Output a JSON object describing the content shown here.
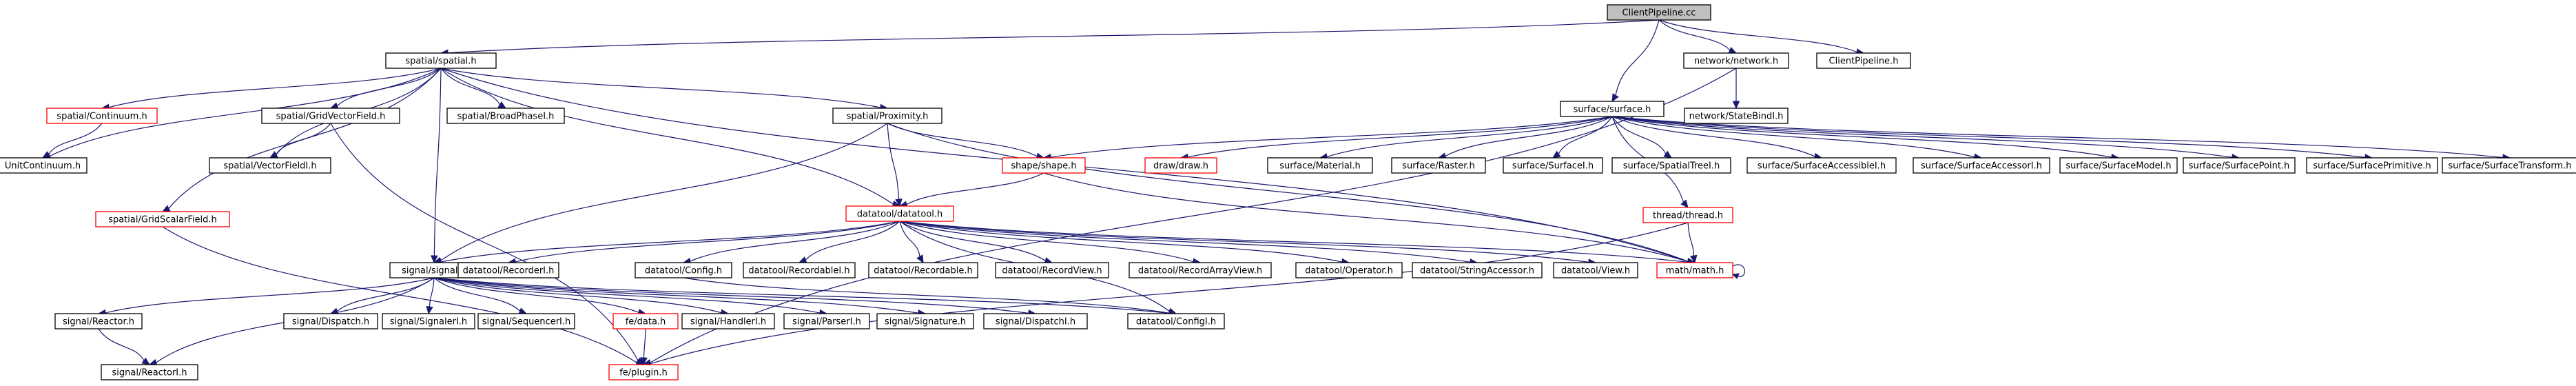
{
  "nodes": [
    {
      "id": "root",
      "label": "ClientPipeline.cc",
      "style": "root"
    },
    {
      "id": "spatial",
      "label": "spatial/spatial.h",
      "style": "normal"
    },
    {
      "id": "network",
      "label": "network/network.h",
      "style": "normal"
    },
    {
      "id": "clientpipeline_h",
      "label": "ClientPipeline.h",
      "style": "normal"
    },
    {
      "id": "surface",
      "label": "surface/surface.h",
      "style": "normal"
    },
    {
      "id": "continuum",
      "label": "spatial/Continuum.h",
      "style": "missing"
    },
    {
      "id": "gridvectorfield",
      "label": "spatial/GridVectorField.h",
      "style": "normal"
    },
    {
      "id": "broadphasei",
      "label": "spatial/BroadPhaseI.h",
      "style": "normal"
    },
    {
      "id": "proximity",
      "label": "spatial/Proximity.h",
      "style": "normal"
    },
    {
      "id": "statebindi",
      "label": "network/StateBindI.h",
      "style": "normal"
    },
    {
      "id": "unitcontinuum",
      "label": "UnitContinuum.h",
      "style": "normal"
    },
    {
      "id": "vectorfieldi",
      "label": "spatial/VectorFieldI.h",
      "style": "normal"
    },
    {
      "id": "shape",
      "label": "shape/shape.h",
      "style": "missing"
    },
    {
      "id": "draw",
      "label": "draw/draw.h",
      "style": "missing"
    },
    {
      "id": "material",
      "label": "surface/Material.h",
      "style": "normal"
    },
    {
      "id": "raster",
      "label": "surface/Raster.h",
      "style": "normal"
    },
    {
      "id": "surfacei",
      "label": "surface/SurfaceI.h",
      "style": "normal"
    },
    {
      "id": "spatialtreei",
      "label": "surface/SpatialTreeI.h",
      "style": "normal"
    },
    {
      "id": "accessiblei",
      "label": "surface/SurfaceAccessibleI.h",
      "style": "normal"
    },
    {
      "id": "accessori",
      "label": "surface/SurfaceAccessorI.h",
      "style": "normal"
    },
    {
      "id": "surfacemodel",
      "label": "surface/SurfaceModel.h",
      "style": "normal"
    },
    {
      "id": "surfacepoint",
      "label": "surface/SurfacePoint.h",
      "style": "normal"
    },
    {
      "id": "surfaceprimitive",
      "label": "surface/SurfacePrimitive.h",
      "style": "normal"
    },
    {
      "id": "surfacetransform",
      "label": "surface/SurfaceTransform.h",
      "style": "normal"
    },
    {
      "id": "gridscalarfield",
      "label": "spatial/GridScalarField.h",
      "style": "missing"
    },
    {
      "id": "datatool",
      "label": "datatool/datatool.h",
      "style": "missing"
    },
    {
      "id": "thread",
      "label": "thread/thread.h",
      "style": "missing"
    },
    {
      "id": "signal",
      "label": "signal/signal.h",
      "style": "normal"
    },
    {
      "id": "recorderi",
      "label": "datatool/RecorderI.h",
      "style": "normal"
    },
    {
      "id": "config",
      "label": "datatool/Config.h",
      "style": "normal"
    },
    {
      "id": "recordablei",
      "label": "datatool/RecordableI.h",
      "style": "normal"
    },
    {
      "id": "recordable",
      "label": "datatool/Recordable.h",
      "style": "normal"
    },
    {
      "id": "recordview",
      "label": "datatool/RecordView.h",
      "style": "normal"
    },
    {
      "id": "recordarrayview",
      "label": "datatool/RecordArrayView.h",
      "style": "normal"
    },
    {
      "id": "operator",
      "label": "datatool/Operator.h",
      "style": "normal"
    },
    {
      "id": "stringaccessor",
      "label": "datatool/StringAccessor.h",
      "style": "normal"
    },
    {
      "id": "view",
      "label": "datatool/View.h",
      "style": "normal"
    },
    {
      "id": "math",
      "label": "math/math.h",
      "style": "missing"
    },
    {
      "id": "reactor",
      "label": "signal/Reactor.h",
      "style": "normal"
    },
    {
      "id": "dispatch",
      "label": "signal/Dispatch.h",
      "style": "normal"
    },
    {
      "id": "signaleri",
      "label": "signal/SignalerI.h",
      "style": "normal"
    },
    {
      "id": "sequenceri",
      "label": "signal/SequencerI.h",
      "style": "normal"
    },
    {
      "id": "fedata",
      "label": "fe/data.h",
      "style": "missing"
    },
    {
      "id": "handleri",
      "label": "signal/HandlerI.h",
      "style": "normal"
    },
    {
      "id": "parseri",
      "label": "signal/ParserI.h",
      "style": "normal"
    },
    {
      "id": "signature",
      "label": "signal/Signature.h",
      "style": "normal"
    },
    {
      "id": "dispatchi",
      "label": "signal/DispatchI.h",
      "style": "normal"
    },
    {
      "id": "configi",
      "label": "datatool/ConfigI.h",
      "style": "normal"
    },
    {
      "id": "reactori",
      "label": "signal/ReactorI.h",
      "style": "normal"
    },
    {
      "id": "plugin",
      "label": "fe/plugin.h",
      "style": "missing"
    }
  ],
  "edges": [
    [
      "root",
      "spatial"
    ],
    [
      "root",
      "network"
    ],
    [
      "root",
      "clientpipeline_h"
    ],
    [
      "root",
      "surface"
    ],
    [
      "spatial",
      "unitcontinuum"
    ],
    [
      "spatial",
      "continuum"
    ],
    [
      "spatial",
      "gridscalarfield"
    ],
    [
      "spatial",
      "gridvectorfield"
    ],
    [
      "spatial",
      "vectorfieldi"
    ],
    [
      "spatial",
      "signal"
    ],
    [
      "spatial",
      "broadphasei"
    ],
    [
      "spatial",
      "proximity"
    ],
    [
      "spatial",
      "datatool"
    ],
    [
      "spatial",
      "math"
    ],
    [
      "continuum",
      "unitcontinuum"
    ],
    [
      "gridvectorfield",
      "vectorfieldi"
    ],
    [
      "gridvectorfield",
      "plugin"
    ],
    [
      "gridscalarfield",
      "plugin"
    ],
    [
      "proximity",
      "shape"
    ],
    [
      "proximity",
      "datatool"
    ],
    [
      "proximity",
      "signal"
    ],
    [
      "proximity",
      "math"
    ],
    [
      "network",
      "statebindi"
    ],
    [
      "network",
      "plugin"
    ],
    [
      "surface",
      "shape"
    ],
    [
      "surface",
      "draw"
    ],
    [
      "surface",
      "material"
    ],
    [
      "surface",
      "raster"
    ],
    [
      "surface",
      "surfacei"
    ],
    [
      "surface",
      "spatialtreei"
    ],
    [
      "surface",
      "accessiblei"
    ],
    [
      "surface",
      "accessori"
    ],
    [
      "surface",
      "surfacemodel"
    ],
    [
      "surface",
      "surfacepoint"
    ],
    [
      "surface",
      "surfaceprimitive"
    ],
    [
      "surface",
      "surfacetransform"
    ],
    [
      "surface",
      "thread"
    ],
    [
      "shape",
      "datatool"
    ],
    [
      "shape",
      "math"
    ],
    [
      "thread",
      "math"
    ],
    [
      "thread",
      "plugin"
    ],
    [
      "datatool",
      "signal"
    ],
    [
      "datatool",
      "recorderi"
    ],
    [
      "datatool",
      "config"
    ],
    [
      "datatool",
      "recordablei"
    ],
    [
      "datatool",
      "recordable"
    ],
    [
      "datatool",
      "recordview"
    ],
    [
      "datatool",
      "recordarrayview"
    ],
    [
      "datatool",
      "operator"
    ],
    [
      "datatool",
      "stringaccessor"
    ],
    [
      "datatool",
      "view"
    ],
    [
      "datatool",
      "math"
    ],
    [
      "datatool",
      "configi"
    ],
    [
      "math",
      "math"
    ],
    [
      "config",
      "configi"
    ],
    [
      "signal",
      "reactor"
    ],
    [
      "signal",
      "dispatch"
    ],
    [
      "signal",
      "signaleri"
    ],
    [
      "signal",
      "sequenceri"
    ],
    [
      "signal",
      "fedata"
    ],
    [
      "signal",
      "handleri"
    ],
    [
      "signal",
      "parseri"
    ],
    [
      "signal",
      "signature"
    ],
    [
      "signal",
      "dispatchi"
    ],
    [
      "signal",
      "configi"
    ],
    [
      "signal",
      "reactori"
    ],
    [
      "reactor",
      "reactori"
    ],
    [
      "fedata",
      "plugin"
    ]
  ],
  "colors": {
    "edge": "#191970",
    "root_fill": "#bfbfbf",
    "normal_fill": "#ffffff",
    "normal_stroke": "#000000",
    "missing_stroke": "#ff0000"
  }
}
